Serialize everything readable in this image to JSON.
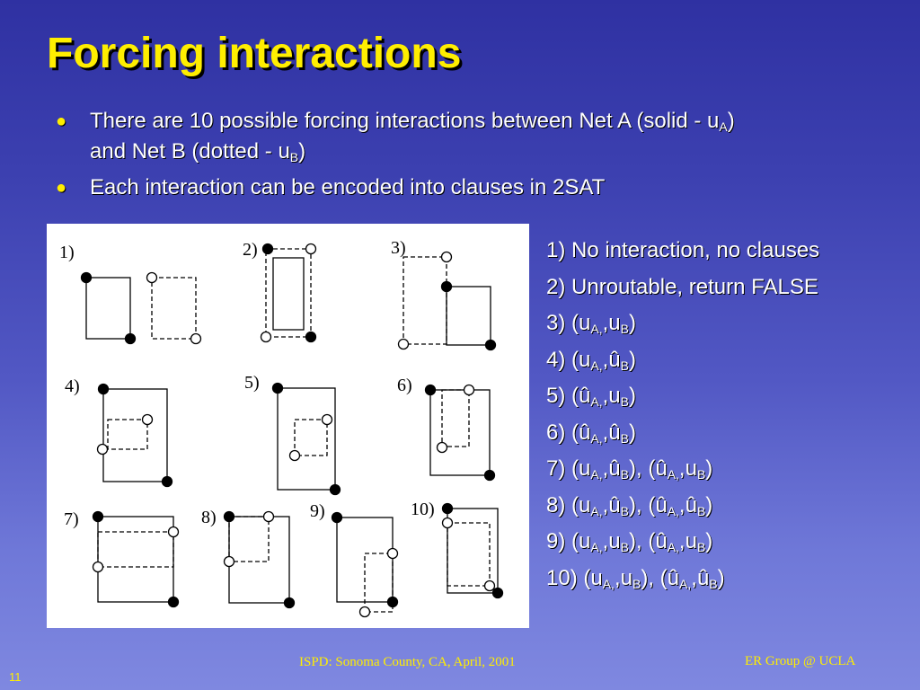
{
  "slide": {
    "title": "Forcing interactions",
    "bullets": [
      {
        "parts": [
          "There are 10 possible forcing interactions between Net A (solid - u",
          "A",
          ")",
          " and Net B (dotted - u",
          "B",
          ")"
        ]
      },
      {
        "text": "Each interaction can be encoded into clauses in 2SAT"
      }
    ]
  },
  "figure": {
    "labels": [
      "1)",
      "2)",
      "3)",
      "4)",
      "5)",
      "6)",
      "7)",
      "8)",
      "9)",
      "10)"
    ]
  },
  "clauses": [
    {
      "n": "1)",
      "text": "No interaction, no clauses"
    },
    {
      "n": "2)",
      "text": "Unroutable, return FALSE"
    },
    {
      "n": "3)",
      "terms": [
        [
          "u",
          "A,"
        ],
        [
          "u",
          "B"
        ]
      ]
    },
    {
      "n": "4)",
      "terms": [
        [
          "u",
          "A,"
        ],
        [
          "û",
          "B"
        ]
      ]
    },
    {
      "n": "5)",
      "terms": [
        [
          "û",
          "A,"
        ],
        [
          "u",
          "B"
        ]
      ]
    },
    {
      "n": "6)",
      "terms": [
        [
          "û",
          "A,"
        ],
        [
          "û",
          "B"
        ]
      ]
    },
    {
      "n": "7)",
      "terms": [
        [
          "u",
          "A,"
        ],
        [
          "û",
          "B"
        ]
      ],
      "terms2": [
        [
          "û",
          "A,"
        ],
        [
          "u",
          "B"
        ]
      ]
    },
    {
      "n": "8)",
      "terms": [
        [
          "u",
          "A,"
        ],
        [
          "û",
          "B"
        ]
      ],
      "terms2": [
        [
          "û",
          "A,"
        ],
        [
          "û",
          "B"
        ]
      ]
    },
    {
      "n": "9)",
      "terms": [
        [
          "u",
          "A,"
        ],
        [
          "u",
          "B"
        ]
      ],
      "terms2": [
        [
          "û",
          "A,"
        ],
        [
          "u",
          "B"
        ]
      ]
    },
    {
      "n": "10)",
      "terms": [
        [
          "u",
          "A,"
        ],
        [
          "u",
          "B"
        ]
      ],
      "terms2": [
        [
          "û",
          "A,"
        ],
        [
          "û",
          "B"
        ]
      ]
    }
  ],
  "footer": {
    "center": "ISPD: Sonoma County, CA, April, 2001",
    "right": "ER Group @ UCLA",
    "page": "11"
  }
}
